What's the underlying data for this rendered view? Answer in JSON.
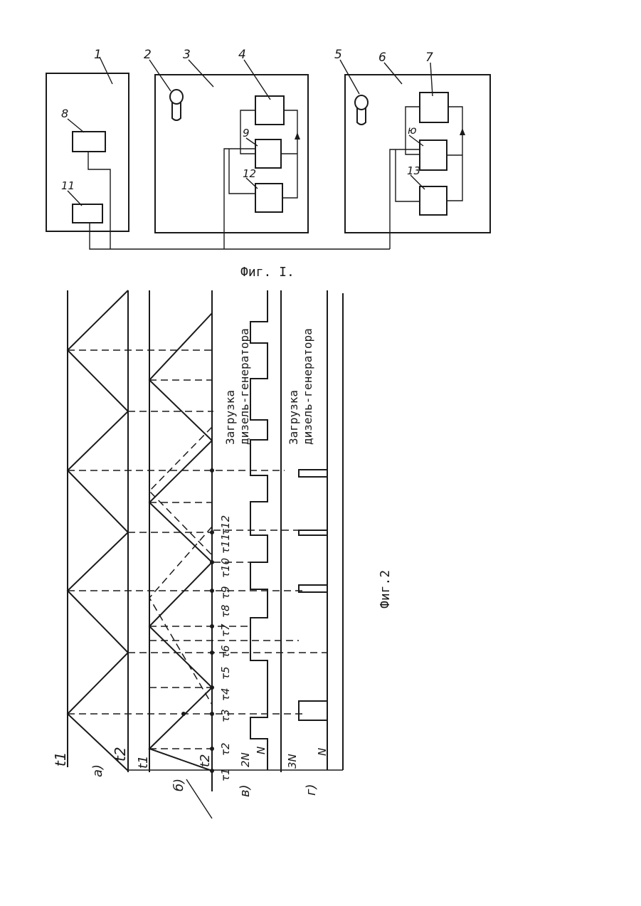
{
  "figure1": {
    "caption": "Фиг. I.",
    "labels": [
      "1",
      "2",
      "3",
      "4",
      "5",
      "6",
      "7",
      "8",
      "9",
      "ю",
      "11",
      "12",
      "13"
    ]
  },
  "figure2": {
    "caption": "Фиг.2",
    "subplots": [
      "а)",
      "б)",
      "в)",
      "г)"
    ],
    "t1": "t1",
    "t2": "t2",
    "level_2N": "2N",
    "level_3N": "3N",
    "level_N": "N",
    "tau_labels": [
      "τ1",
      "τ2",
      "τ3",
      "τ4",
      "τ5",
      "τ6",
      "τ7",
      "τ8",
      "τ9",
      "τ10",
      "τ11",
      "τ12"
    ],
    "annotation_b": [
      "Загрузка",
      "дизель-генератора"
    ],
    "annotation_g": [
      "Загрузка",
      "дизель-генератора"
    ]
  }
}
